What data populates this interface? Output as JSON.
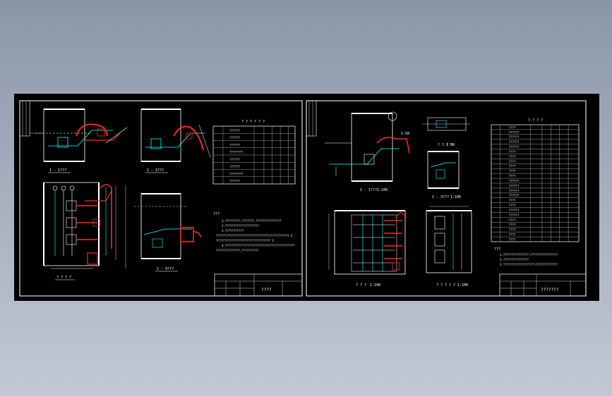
{
  "sheet_left": {
    "view_labels": [
      "1 - 1???",
      "1 - 2???",
      "? ? ? ?",
      "1 - 3???"
    ],
    "table_title": "? ? ? ? ? ?",
    "table_rows": [
      "??????",
      "??????",
      "??????",
      "????????",
      "??????",
      "??????",
      "????????",
      "??????"
    ],
    "notes_heading": "???",
    "notes": [
      "1.?????????,???????,???????????????",
      "2.????????????????????",
      "3.???????????",
      "??????????????????????????????????????????? 2",
      "???????????????????????????????? 2",
      "4.?????????????????????????????????????????",
      "??????????????,??????????"
    ],
    "title_block_text": "????"
  },
  "sheet_right": {
    "view_labels": [
      "1 - 1???",
      "? ? ? ?",
      "1 - 3???",
      "? ? ?",
      "? ? ? ? ?"
    ],
    "scale_labels": [
      "1:100",
      "1:50",
      "1:50",
      "1:100",
      "1:100"
    ],
    "table_title": "? ? ? ?",
    "table_rows": [
      "????",
      "??????",
      "??????",
      "??????",
      "??????",
      "????",
      "????",
      "????",
      "????",
      "????",
      "????",
      "??????",
      "??????",
      "??????",
      "??????",
      "????",
      "????",
      "??????",
      "??????",
      "????",
      "????",
      "????",
      "????",
      "????"
    ],
    "notes_heading": "???",
    "notes": [
      "1.???????????????,????????????????",
      "2.???????????????",
      "3.????????????????????????????????"
    ],
    "title_block_text": "???????"
  },
  "colors": {
    "background": "#000000",
    "frame": "#ffffff",
    "water_line": "#00e5ff",
    "pipe": "#ff2020",
    "dimension": "#00ff66",
    "annotation": "#ffff00"
  }
}
